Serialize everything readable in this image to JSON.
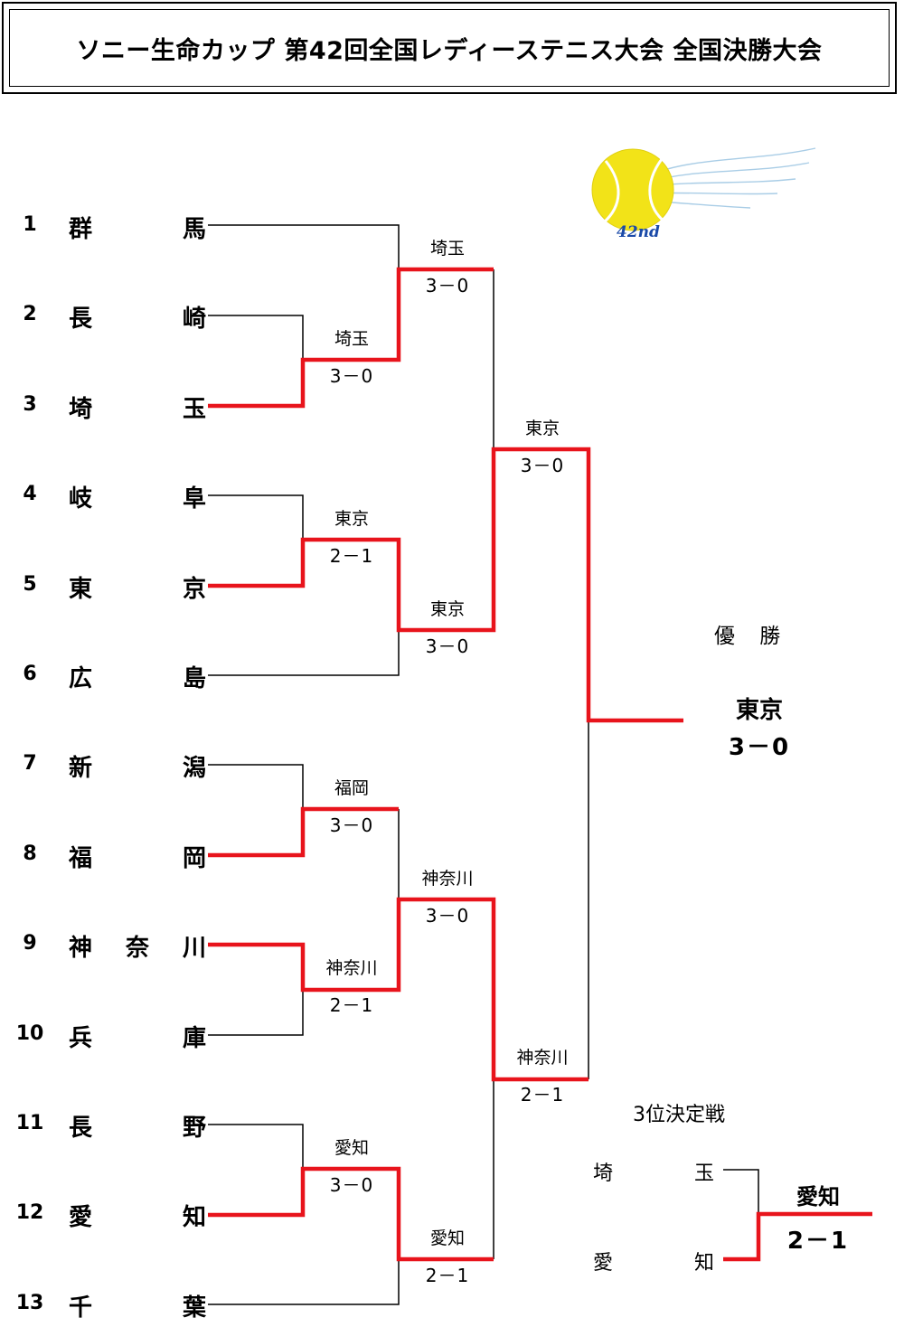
{
  "title": "ソニー生命カップ 第42回全国レディーステニス大会 全国決勝大会",
  "logo_text": "42nd",
  "colors": {
    "winner_line": "#e8141c",
    "loser_line": "#000000",
    "ball": "#f2e318"
  },
  "teams": [
    {
      "num": "1",
      "chars": [
        "群",
        "馬"
      ]
    },
    {
      "num": "2",
      "chars": [
        "長",
        "崎"
      ]
    },
    {
      "num": "3",
      "chars": [
        "埼",
        "玉"
      ]
    },
    {
      "num": "4",
      "chars": [
        "岐",
        "阜"
      ]
    },
    {
      "num": "5",
      "chars": [
        "東",
        "京"
      ]
    },
    {
      "num": "6",
      "chars": [
        "広",
        "島"
      ]
    },
    {
      "num": "7",
      "chars": [
        "新",
        "潟"
      ]
    },
    {
      "num": "8",
      "chars": [
        "福",
        "岡"
      ]
    },
    {
      "num": "9",
      "chars": [
        "神",
        "奈",
        "川"
      ]
    },
    {
      "num": "10",
      "chars": [
        "兵",
        "庫"
      ]
    },
    {
      "num": "11",
      "chars": [
        "長",
        "野"
      ]
    },
    {
      "num": "12",
      "chars": [
        "愛",
        "知"
      ]
    },
    {
      "num": "13",
      "chars": [
        "千",
        "葉"
      ]
    }
  ],
  "matches": [
    {
      "id": "r1-a",
      "winner": "埼玉",
      "score": "3－0"
    },
    {
      "id": "r1-b",
      "winner": "東京",
      "score": "2－1"
    },
    {
      "id": "r1-c",
      "winner": "福岡",
      "score": "3－0"
    },
    {
      "id": "r1-d",
      "winner": "神奈川",
      "score": "2－1"
    },
    {
      "id": "r1-e",
      "winner": "愛知",
      "score": "3－0"
    },
    {
      "id": "r2-a",
      "winner": "埼玉",
      "score": "3－0"
    },
    {
      "id": "r2-b",
      "winner": "東京",
      "score": "3－0"
    },
    {
      "id": "r2-c",
      "winner": "神奈川",
      "score": "3－0"
    },
    {
      "id": "r2-d",
      "winner": "愛知",
      "score": "2－1"
    },
    {
      "id": "sf-a",
      "winner": "東京",
      "score": "3－0"
    },
    {
      "id": "sf-b",
      "winner": "神奈川",
      "score": "2－1"
    }
  ],
  "champion": {
    "header": "優 勝",
    "team": "東京",
    "score": "3－0"
  },
  "third_place": {
    "header": "3位決定戦",
    "teams": [
      {
        "chars": [
          "埼",
          "玉"
        ]
      },
      {
        "chars": [
          "愛",
          "知"
        ]
      }
    ],
    "winner": "愛知",
    "score": "2－1"
  }
}
